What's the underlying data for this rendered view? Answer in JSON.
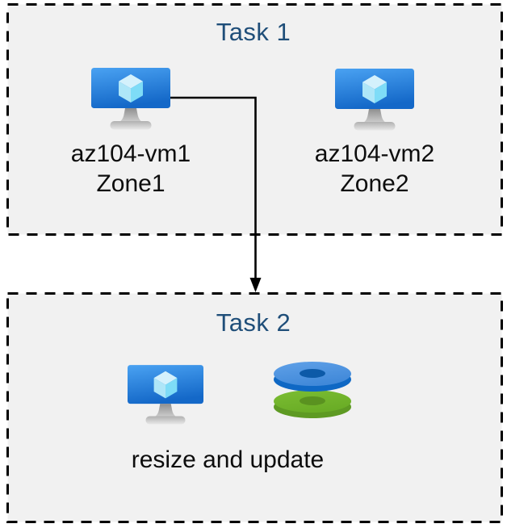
{
  "diagram": {
    "task1": {
      "title": "Task 1",
      "vms": [
        {
          "name": "az104-vm1",
          "zone": "Zone1"
        },
        {
          "name": "az104-vm2",
          "zone": "Zone2"
        }
      ]
    },
    "task2": {
      "title": "Task 2",
      "caption": "resize and update"
    },
    "connector": {
      "from": "az104-vm1",
      "to": "Task 2",
      "direction": "down"
    },
    "colors": {
      "box_fill": "#f1f1f1",
      "box_border": "#000000",
      "title_text": "#1f4e79",
      "body_text": "#0d0d0d",
      "vm_screen_top": "#47a0f2",
      "vm_screen_bottom": "#176bca",
      "cube_top": "#d4f1fc",
      "cube_left": "#aee6f8",
      "cube_right": "#7edcf7",
      "disk_blue_top": "#4e94e2",
      "disk_blue_rim": "#0f68c4",
      "disk_blue_hole": "#0d5aa8",
      "disk_green_top": "#74b72c",
      "disk_green_rim": "#5e9a23",
      "disk_green_hole": "#5a9220"
    }
  }
}
